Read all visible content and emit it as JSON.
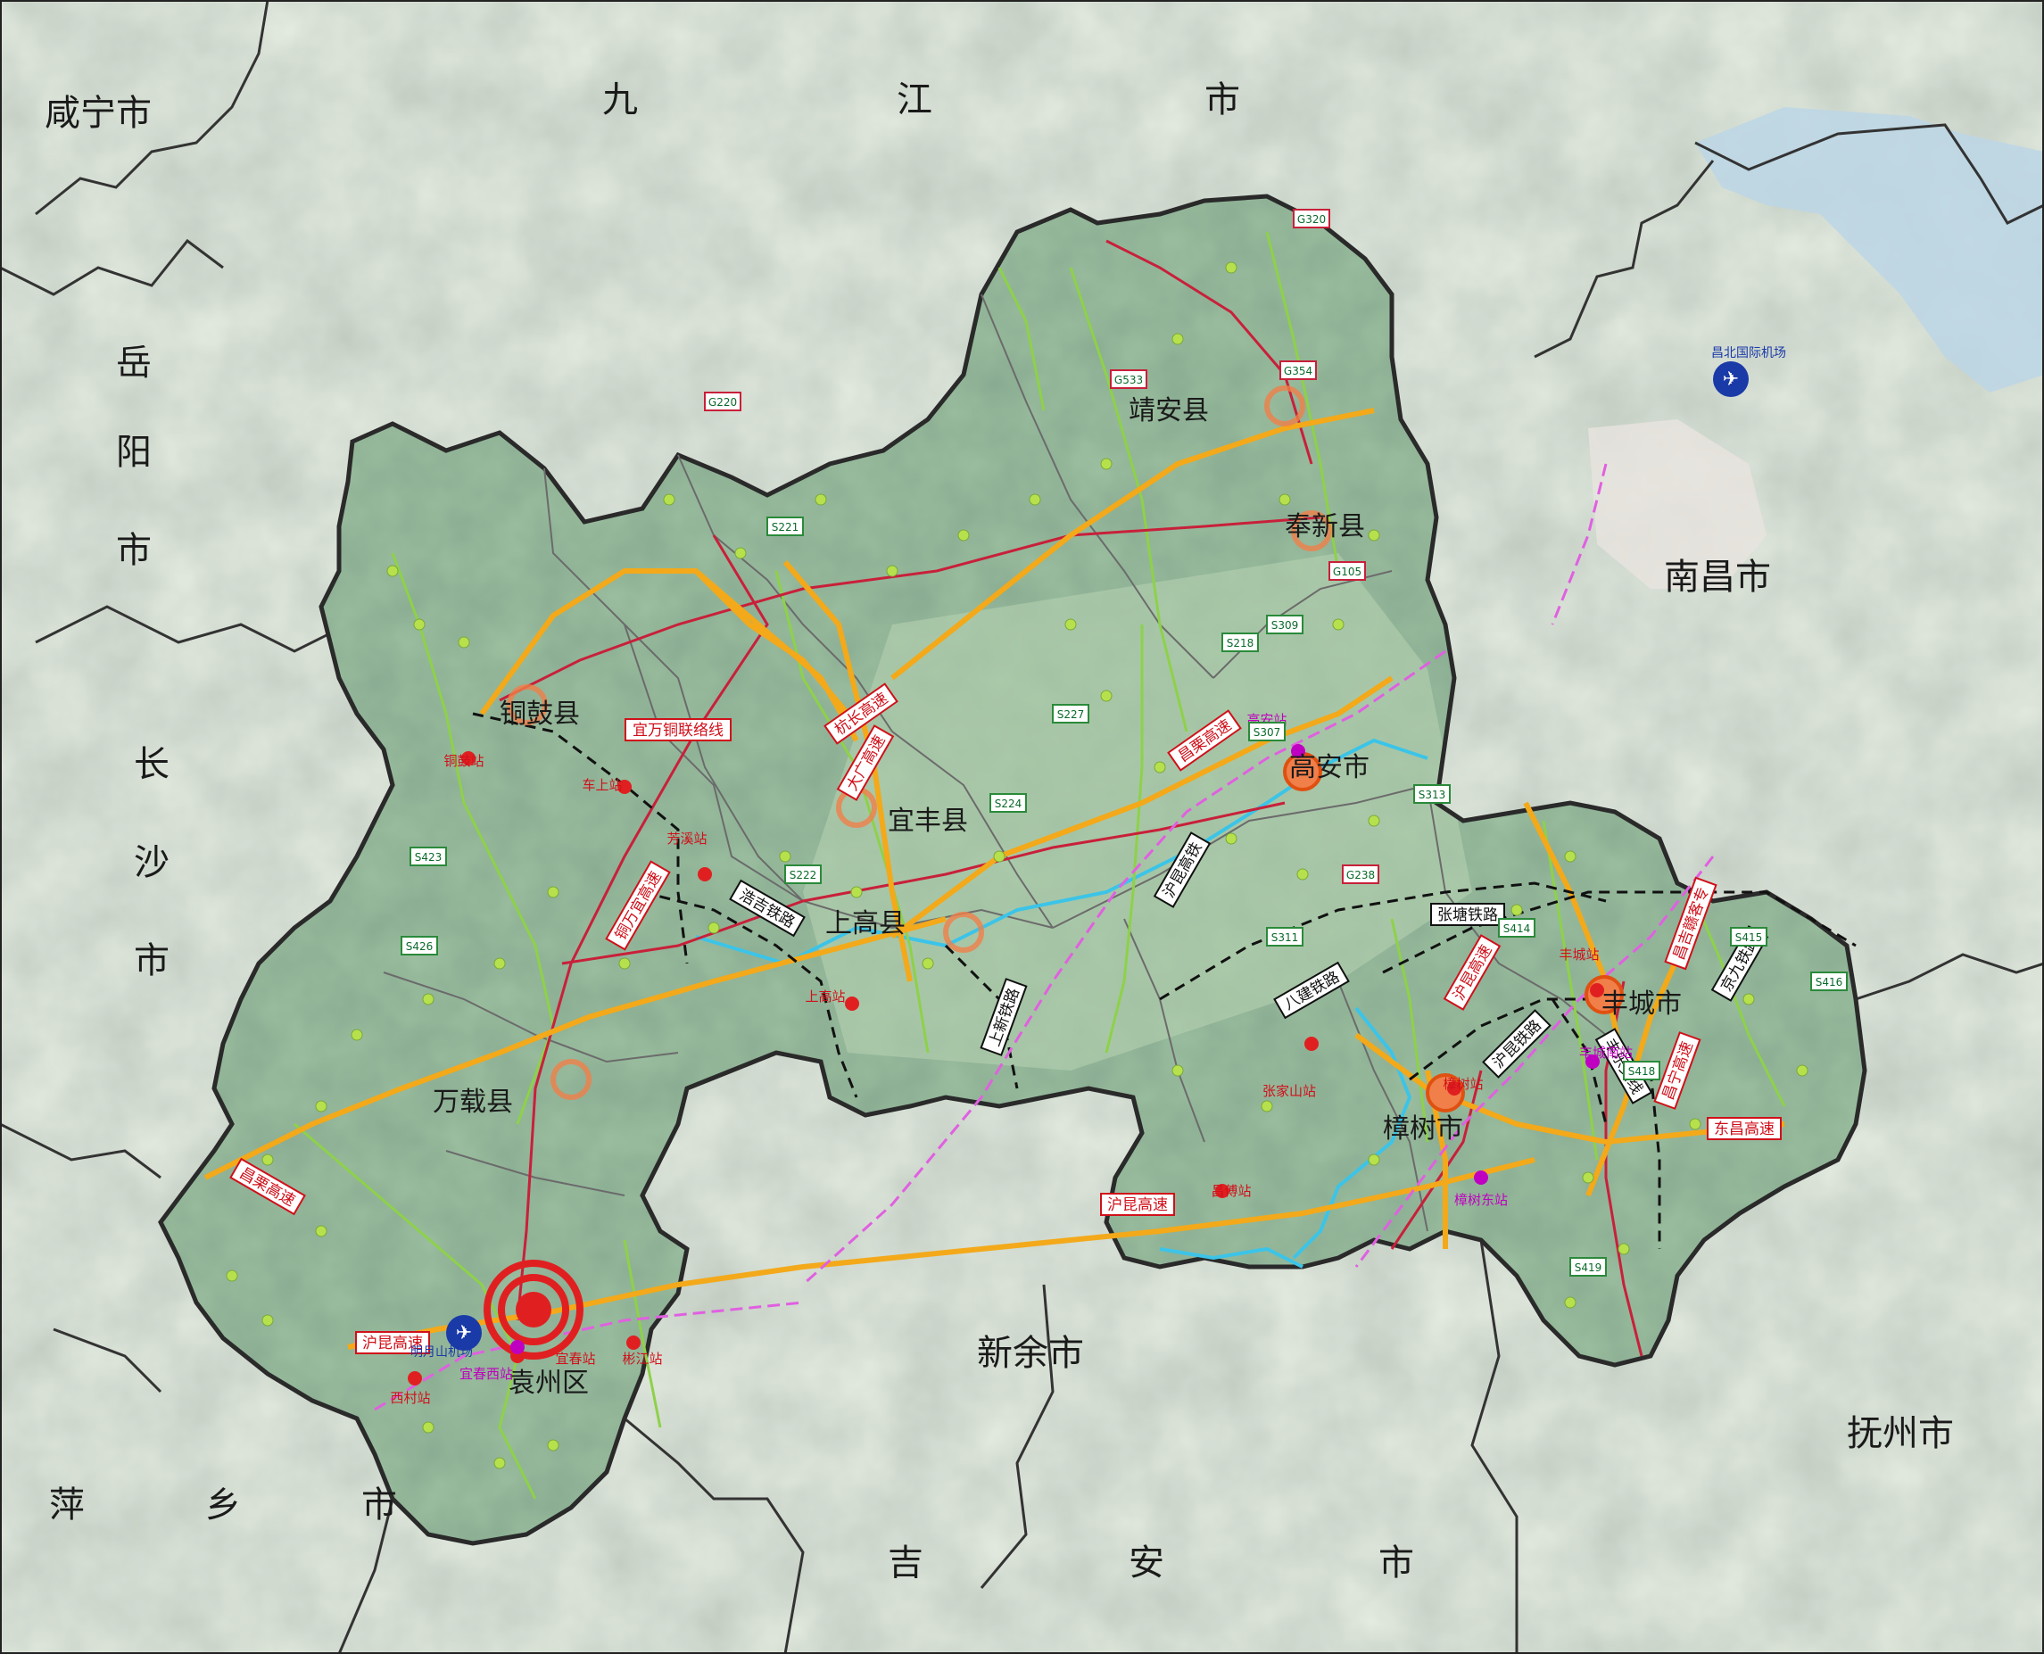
{
  "map": {
    "colors": {
      "background": "#e9efe6",
      "region_fill": "#9cc0a0",
      "region_border": "#333333",
      "expressway": "#f3a91a",
      "national_road": "#c8203a",
      "provincial_road": "#8ed14a",
      "railway": "#111111",
      "high_speed_rail": "#e060e0",
      "river": "#3cc4e8",
      "city_center": "#e02020",
      "county_center": "#f07f4a"
    },
    "surrounding_regions": [
      {
        "id": "xianning",
        "label": "咸宁市"
      },
      {
        "id": "jiujiang-jiu",
        "label": "九"
      },
      {
        "id": "jiujiang-jiang",
        "label": "江"
      },
      {
        "id": "jiujiang-shi",
        "label": "市"
      },
      {
        "id": "yueyang-yue",
        "label": "岳"
      },
      {
        "id": "yueyang-yang",
        "label": "阳"
      },
      {
        "id": "yueyang-shi",
        "label": "市"
      },
      {
        "id": "changsha-chang",
        "label": "长"
      },
      {
        "id": "changsha-sha",
        "label": "沙"
      },
      {
        "id": "changsha-shi",
        "label": "市"
      },
      {
        "id": "nanchang",
        "label": "南昌市"
      },
      {
        "id": "xinyu",
        "label": "新余市"
      },
      {
        "id": "fuzhou",
        "label": "抚州市"
      },
      {
        "id": "pingxiang-ping",
        "label": "萍"
      },
      {
        "id": "pingxiang-xiang",
        "label": "乡"
      },
      {
        "id": "pingxiang-shi",
        "label": "市"
      },
      {
        "id": "jian-ji",
        "label": "吉"
      },
      {
        "id": "jian-an",
        "label": "安"
      },
      {
        "id": "jian-shi",
        "label": "市"
      }
    ],
    "counties": [
      {
        "id": "jingan",
        "label": "靖安县"
      },
      {
        "id": "fengxin",
        "label": "奉新县"
      },
      {
        "id": "tonggu",
        "label": "铜鼓县"
      },
      {
        "id": "yifeng",
        "label": "宜丰县"
      },
      {
        "id": "gaoan",
        "label": "高安市"
      },
      {
        "id": "shanggao",
        "label": "上高县"
      },
      {
        "id": "fengcheng",
        "label": "丰城市"
      },
      {
        "id": "wanzai",
        "label": "万载县"
      },
      {
        "id": "zhangshu",
        "label": "樟树市"
      },
      {
        "id": "yuanzhou",
        "label": "袁州区"
      }
    ],
    "road_labels": [
      {
        "id": "yiwan-tonglian",
        "label": "宜万铜联络线"
      },
      {
        "id": "hangchang",
        "label": "杭长高速"
      },
      {
        "id": "daguang",
        "label": "大广高速"
      },
      {
        "id": "changli-1",
        "label": "昌栗高速"
      },
      {
        "id": "jinwanyi",
        "label": "铜万宜高速"
      },
      {
        "id": "changli-2",
        "label": "昌栗高速"
      },
      {
        "id": "hukun-1",
        "label": "沪昆高速"
      },
      {
        "id": "hukun-2",
        "label": "沪昆高速"
      },
      {
        "id": "hukun-3",
        "label": "沪昆高速"
      },
      {
        "id": "changning",
        "label": "昌宁高速"
      },
      {
        "id": "dongchang",
        "label": "东昌高速"
      },
      {
        "id": "changji",
        "label": "昌吉赣客专"
      }
    ],
    "rail_labels": [
      {
        "id": "haoji",
        "label": "浩吉铁路"
      },
      {
        "id": "zhangtang",
        "label": "张塘铁路"
      },
      {
        "id": "bajian",
        "label": "八建铁路"
      },
      {
        "id": "shangxin",
        "label": "上新铁路"
      },
      {
        "id": "hukun-rail",
        "label": "沪昆铁路"
      },
      {
        "id": "jingjiu",
        "label": "京九铁路"
      },
      {
        "id": "fengle",
        "label": "丰乐支线"
      },
      {
        "id": "hukun-hsr",
        "label": "沪昆高铁"
      }
    ],
    "stations": [
      {
        "id": "tonggu-st",
        "label": "铜鼓站",
        "type": "rail"
      },
      {
        "id": "cheshang-st",
        "label": "车上站",
        "type": "rail"
      },
      {
        "id": "fangxi-st",
        "label": "芳溪站",
        "type": "rail"
      },
      {
        "id": "shanggao-st",
        "label": "上高站",
        "type": "rail"
      },
      {
        "id": "gaoan-st",
        "label": "高安站",
        "type": "hsr"
      },
      {
        "id": "zhangjiashan-st",
        "label": "张家山站",
        "type": "rail"
      },
      {
        "id": "zhangshu-st",
        "label": "樟树站",
        "type": "rail"
      },
      {
        "id": "fengcheng-st",
        "label": "丰城站",
        "type": "rail"
      },
      {
        "id": "fengcheng-south-st",
        "label": "丰城南站",
        "type": "hsr"
      },
      {
        "id": "changfu-st",
        "label": "昌傅站",
        "type": "rail"
      },
      {
        "id": "zhangshu-east-st",
        "label": "樟树东站",
        "type": "hsr"
      },
      {
        "id": "yichun-west-st",
        "label": "宜春西站",
        "type": "hsr"
      },
      {
        "id": "yichun-st",
        "label": "宜春站",
        "type": "rail"
      },
      {
        "id": "tongjiang-st",
        "label": "彬江站",
        "type": "rail"
      },
      {
        "id": "xicun-st",
        "label": "西村站",
        "type": "rail"
      }
    ],
    "airports": [
      {
        "id": "changbei",
        "label": "昌北国际机场"
      },
      {
        "id": "mingyueshan",
        "label": "明月山机场"
      }
    ],
    "national_road_shields": [
      "G220",
      "G320",
      "G354",
      "G105",
      "G238",
      "G533"
    ],
    "provincial_road_shields": [
      "S218",
      "S221",
      "S222",
      "S224",
      "S227",
      "S307",
      "S309",
      "S311",
      "S313",
      "S414",
      "S415",
      "S416",
      "S418",
      "S419",
      "S423",
      "S426"
    ]
  }
}
